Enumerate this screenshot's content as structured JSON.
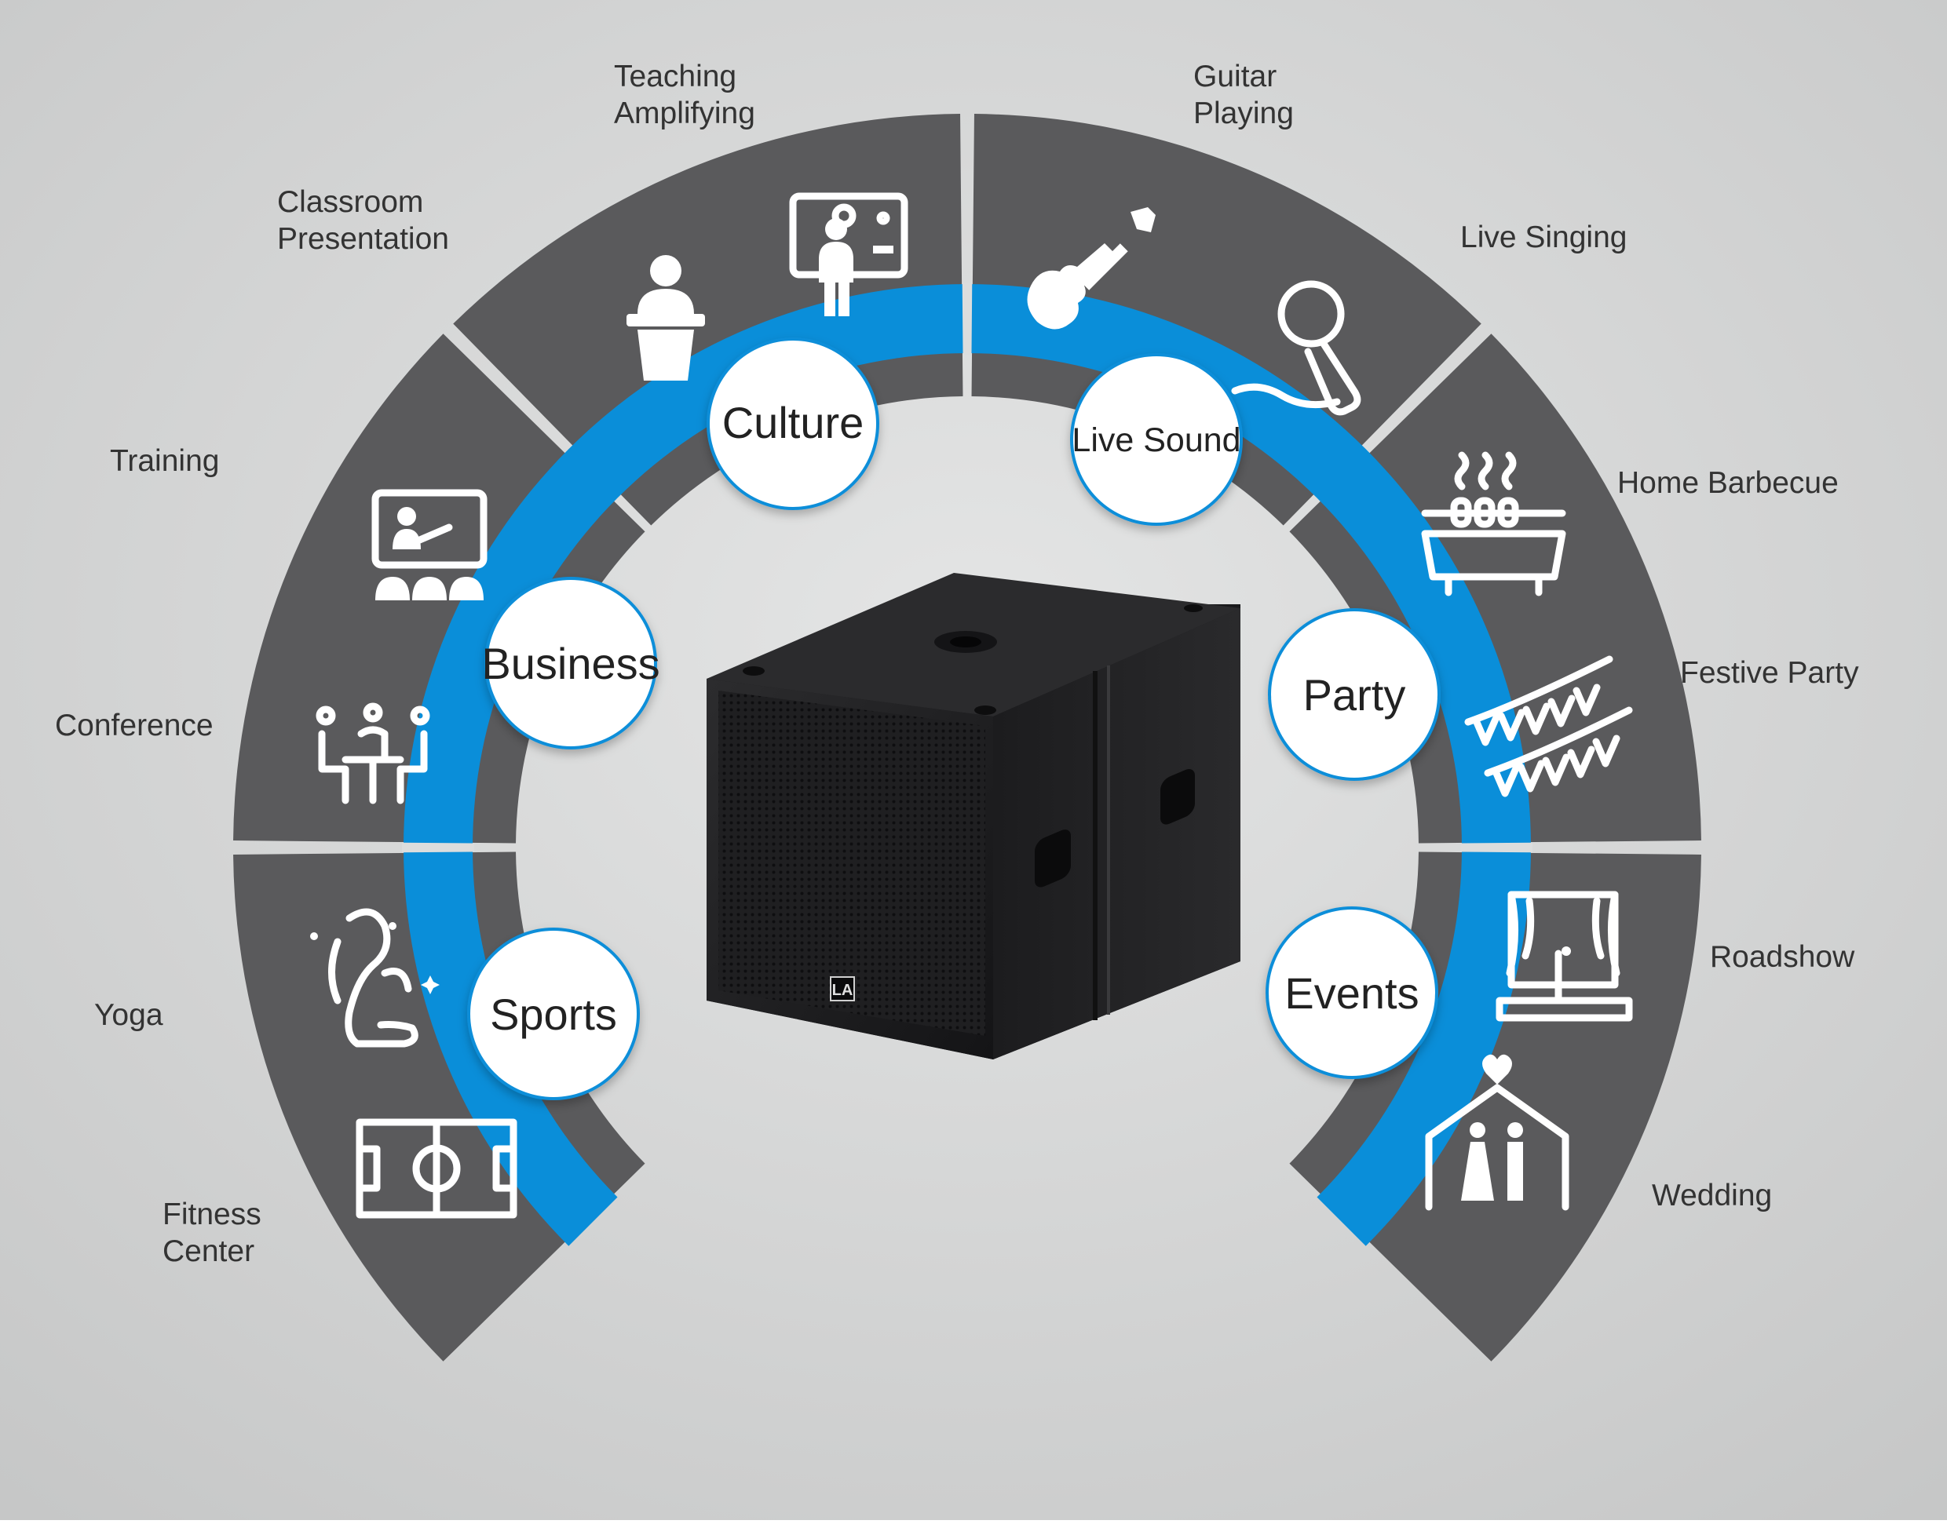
{
  "categories": [
    {
      "name": "Culture",
      "items": [
        "Classroom Presentation",
        "Teaching Amplifying"
      ]
    },
    {
      "name": "Live Sound",
      "items": [
        "Guitar Playing",
        "Live Singing"
      ]
    },
    {
      "name": "Business",
      "items": [
        "Training",
        "Conference"
      ]
    },
    {
      "name": "Party",
      "items": [
        "Home Barbecue",
        "Festive Party"
      ]
    },
    {
      "name": "Sports",
      "items": [
        "Yoga",
        "Fitness Center"
      ]
    },
    {
      "name": "Events",
      "items": [
        "Roadshow",
        "Wedding"
      ]
    }
  ],
  "labels": {
    "teaching": [
      "Teaching",
      "Amplifying"
    ],
    "classroom": [
      "Classroom",
      "Presentation"
    ],
    "guitar": [
      "Guitar",
      "Playing"
    ],
    "live_singing": "Live Singing",
    "training": "Training",
    "conference": "Conference",
    "home_barbecue": "Home Barbecue",
    "festive_party": "Festive Party",
    "yoga": "Yoga",
    "fitness": [
      "Fitness",
      "Center"
    ],
    "roadshow": "Roadshow",
    "wedding": "Wedding"
  },
  "hubs": {
    "culture": "Culture",
    "live_sound": "Live Sound",
    "business": "Business",
    "party": "Party",
    "sports": "Sports",
    "events": "Events"
  },
  "product": {
    "logo": "LA"
  },
  "icons": [
    "podium-icon",
    "teacher-whiteboard-icon",
    "guitar-icon",
    "microphone-icon",
    "training-screen-icon",
    "meeting-table-icon",
    "barbecue-grill-icon",
    "bunting-flags-icon",
    "yoga-pose-icon",
    "soccer-field-icon",
    "stage-curtain-icon",
    "wedding-arch-icon"
  ],
  "colors": {
    "segment": "#5a5a5c",
    "ring": "#0a8ed9",
    "background": "#cfd0d0"
  }
}
